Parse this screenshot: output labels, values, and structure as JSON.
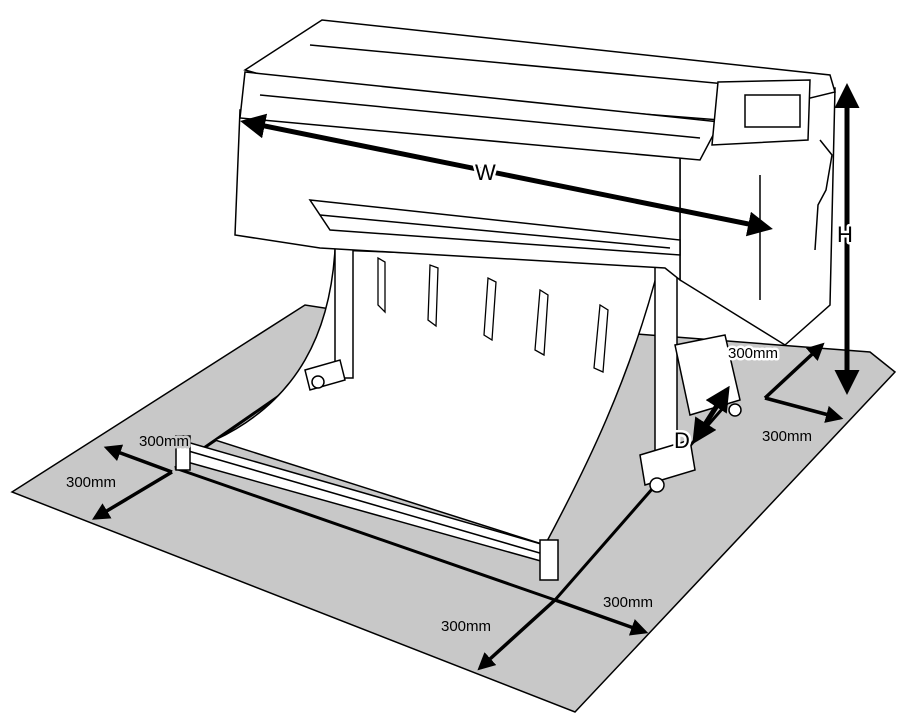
{
  "labels": {
    "width": "W",
    "height": "H",
    "depth": "D",
    "clearance_left_side": "300mm",
    "clearance_left_front": "300mm",
    "clearance_front_left": "300mm",
    "clearance_front_right": "300mm",
    "clearance_rear_top": "300mm",
    "clearance_right": "300mm"
  },
  "colors": {
    "floor": "#c8c8c8",
    "outline": "#000000",
    "printer_body": "#ffffff"
  }
}
